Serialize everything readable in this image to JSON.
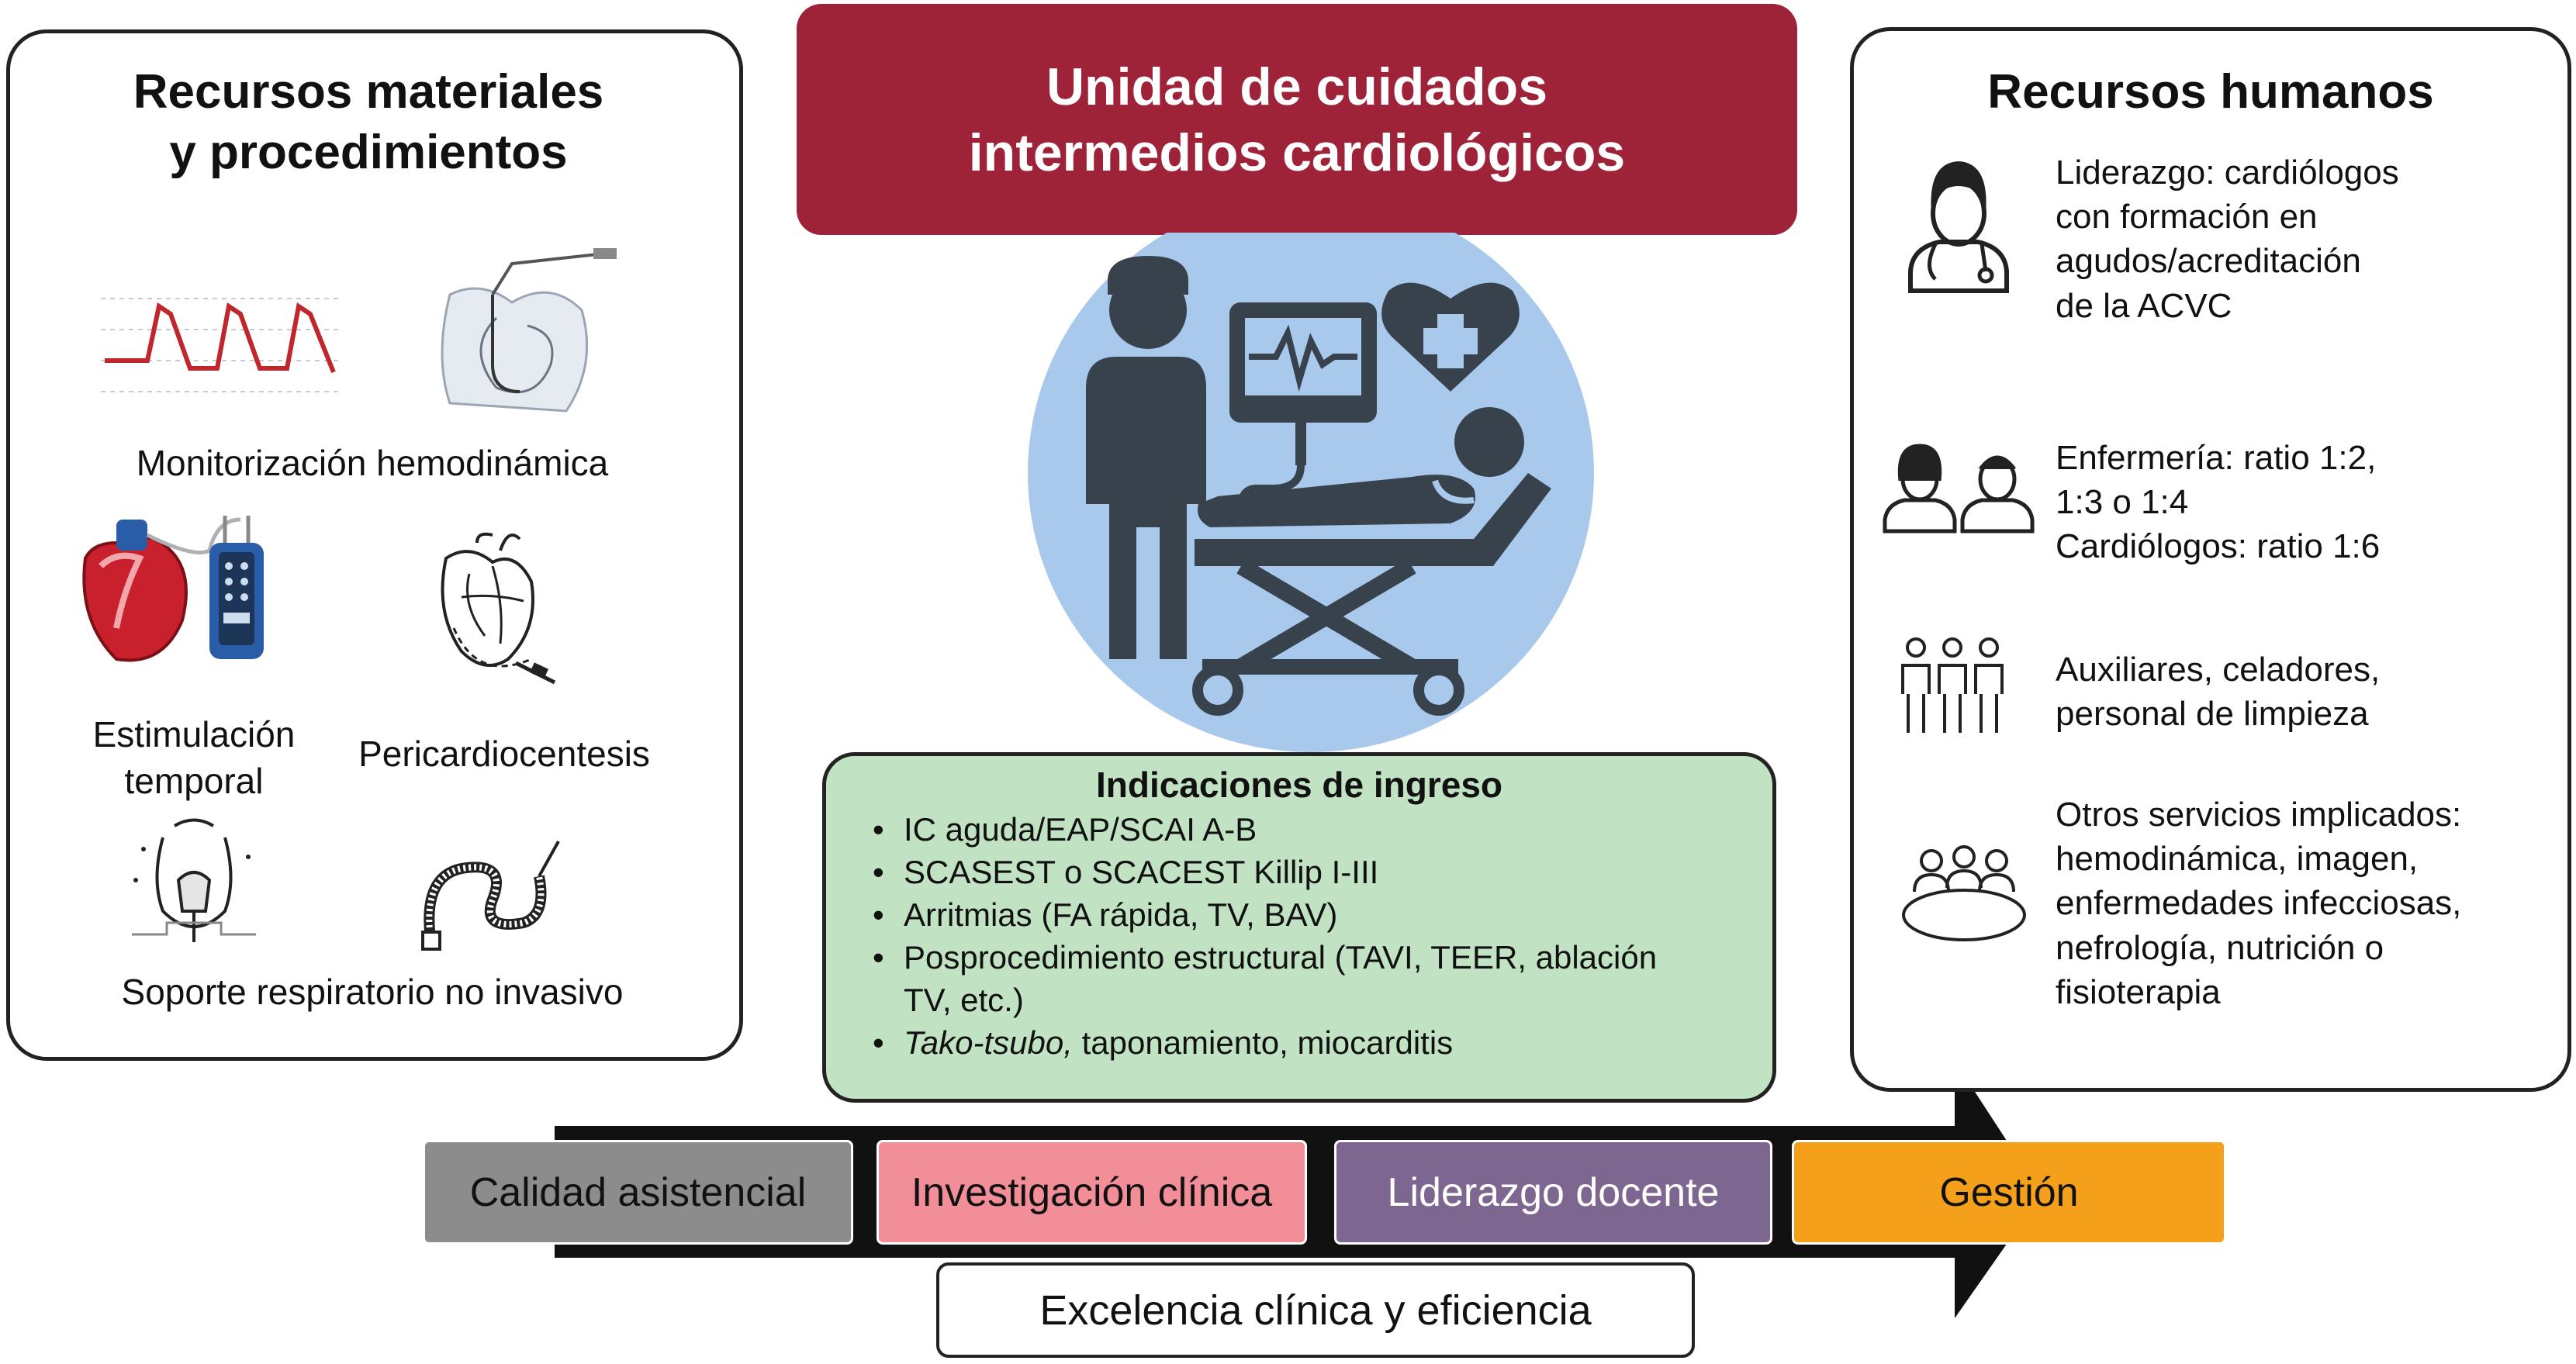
{
  "center": {
    "title_line1": "Unidad de cuidados",
    "title_line2": "intermedios cardiológicos"
  },
  "left": {
    "title_line1": "Recursos materiales",
    "title_line2": "y procedimientos",
    "monitoring": "Monitorización hemodinámica",
    "pacing_line1": "Estimulación",
    "pacing_line2": "temporal",
    "pericardio": "Pericardiocentesis",
    "respiratory": "Soporte respiratorio no invasivo"
  },
  "right": {
    "title": "Recursos humanos",
    "lead_lines": [
      "Liderazgo: cardiólogos",
      "con formación en",
      "agudos/acreditación",
      "de la  ACVC"
    ],
    "nurse_lines": [
      "Enfermería: ratio 1:2,",
      "1:3 o 1:4",
      "Cardiólogos: ratio 1:6"
    ],
    "aux_lines": [
      "Auxiliares, celadores,",
      "personal de limpieza"
    ],
    "other_lines": [
      "Otros servicios implicados:",
      "hemodinámica, imagen,",
      "enfermedades infecciosas,",
      "nefrología, nutrición o",
      "fisioterapia"
    ]
  },
  "indications": {
    "title": "Indicaciones de ingreso",
    "items": [
      "IC aguda/EAP/SCAI A-B",
      "SCASEST o SCACEST Killip I-III",
      "Arritmias (FA rápida, TV, BAV)",
      "Posprocedimiento estructural (TAVI, TEER, ablación",
      "TV, etc.)",
      "Tako-tsubo,",
      " taponamiento, miocarditis"
    ]
  },
  "pillars": {
    "quality": "Calidad asistencial",
    "research": "Investigación clínica",
    "teaching": "Liderazgo docente",
    "management": "Gestión",
    "excellence": "Excelencia clínica y eficiencia"
  },
  "colors": {
    "header_red": "#9e2238",
    "circle_blue": "#a9c9ec",
    "icon_dark": "#37424d",
    "indications_green": "#c1e3c3",
    "quality_gray": "#8c8c8c",
    "research_pink": "#f28e98",
    "teaching_purple": "#7d6791",
    "management_orange": "#f5a01a"
  },
  "icons": [
    "ecg-waveform-icon",
    "catheter-heart-icon",
    "pacemaker-icon",
    "pericardiocentesis-icon",
    "oxygen-mask-icon",
    "cpap-tube-icon",
    "doctor-icon",
    "nurse-doctor-pair-icon",
    "staff-group-icon",
    "meeting-table-icon",
    "patient-bed-icon",
    "heart-cross-icon",
    "monitor-icon"
  ]
}
